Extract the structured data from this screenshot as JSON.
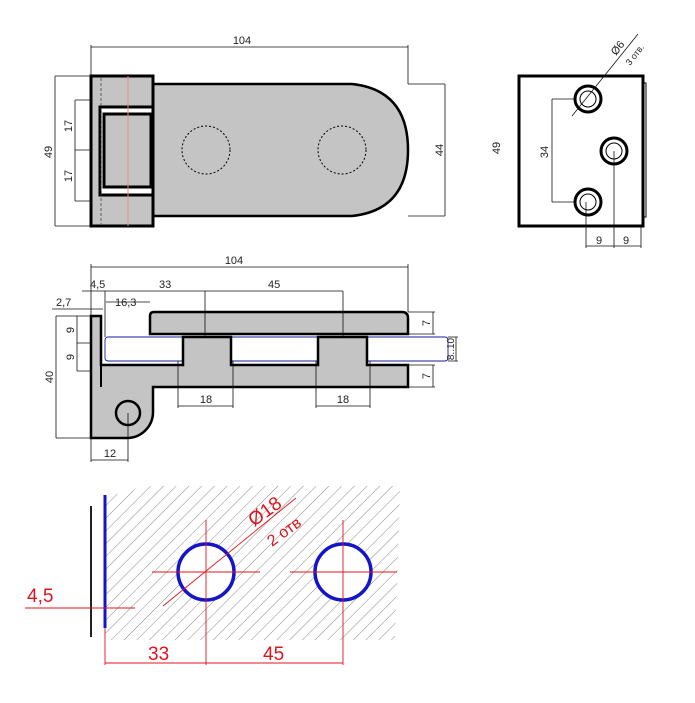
{
  "colors": {
    "part_fill": "#c4c4c4",
    "outline": "#000000",
    "glass": "#1a1aa0",
    "annotation": "#e0141e",
    "hole": "#1414c8"
  },
  "top_view": {
    "overall_length": "104",
    "height": "49",
    "spacing_upper": "17",
    "spacing_lower": "17",
    "plate_height": "44"
  },
  "end_view": {
    "height": "49",
    "hole_spacing": "34",
    "offset_left": "9",
    "offset_right": "9",
    "hole_note_diameter": "Ø6",
    "hole_note_count": "3 отв."
  },
  "side_view": {
    "overall_length": "104",
    "d_4_5": "4,5",
    "d_33": "33",
    "d_45": "45",
    "d_2_7": "2,7",
    "d_16_3": "16,3",
    "height": "40",
    "gap_upper": "9",
    "gap_lower": "9",
    "plate_thickness_top": "7",
    "plate_thickness_bottom": "7",
    "glass_thickness": "8..10",
    "lug_width_1": "18",
    "lug_width_2": "18",
    "knuckle": "12"
  },
  "glass_cutout": {
    "edge_offset": "4,5",
    "hole_diameter": "Ø18",
    "hole_count": "2 отв",
    "d_33": "33",
    "d_45": "45"
  }
}
